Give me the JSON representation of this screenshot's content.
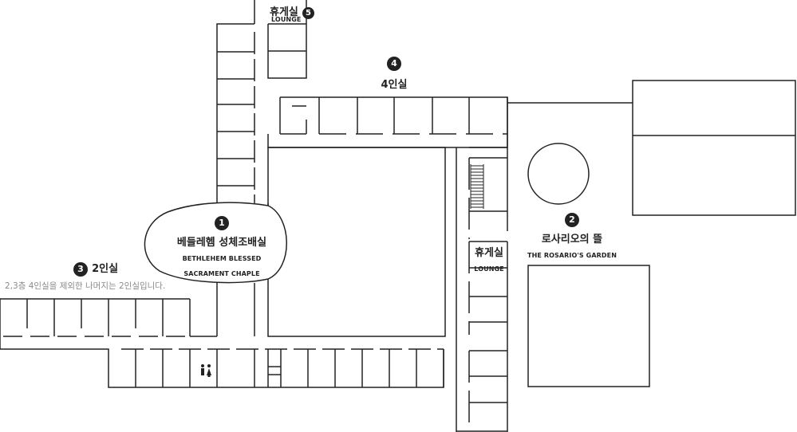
{
  "places": {
    "chapel": {
      "number": "1",
      "name_ko": "베들레헴 성체조배실",
      "name_en_line1": "BETHLEHEM BLESSED",
      "name_en_line2": "SACRAMENT CHAPLE"
    },
    "garden": {
      "number": "2",
      "name_ko": "로사리오의 뜰",
      "name_en": "THE ROSARIO'S GARDEN"
    },
    "double_rooms": {
      "number": "3",
      "name_ko": "2인실",
      "note": "2,3층 4인실을 제외한 나머지는 2인실입니다."
    },
    "quad_rooms": {
      "number": "4",
      "name_ko": "4인실"
    },
    "lounge_top": {
      "number": "5",
      "name_ko": "휴게실",
      "name_en": "LOUNGE"
    },
    "lounge_mid": {
      "name_ko": "휴게실",
      "name_en": "LOUNGE"
    }
  },
  "icons": {
    "restroom": "restroom-icon",
    "stairs": "stairs-icon"
  },
  "colors": {
    "line": "#222222",
    "note": "#8a8a8a",
    "badge": "#222222"
  }
}
